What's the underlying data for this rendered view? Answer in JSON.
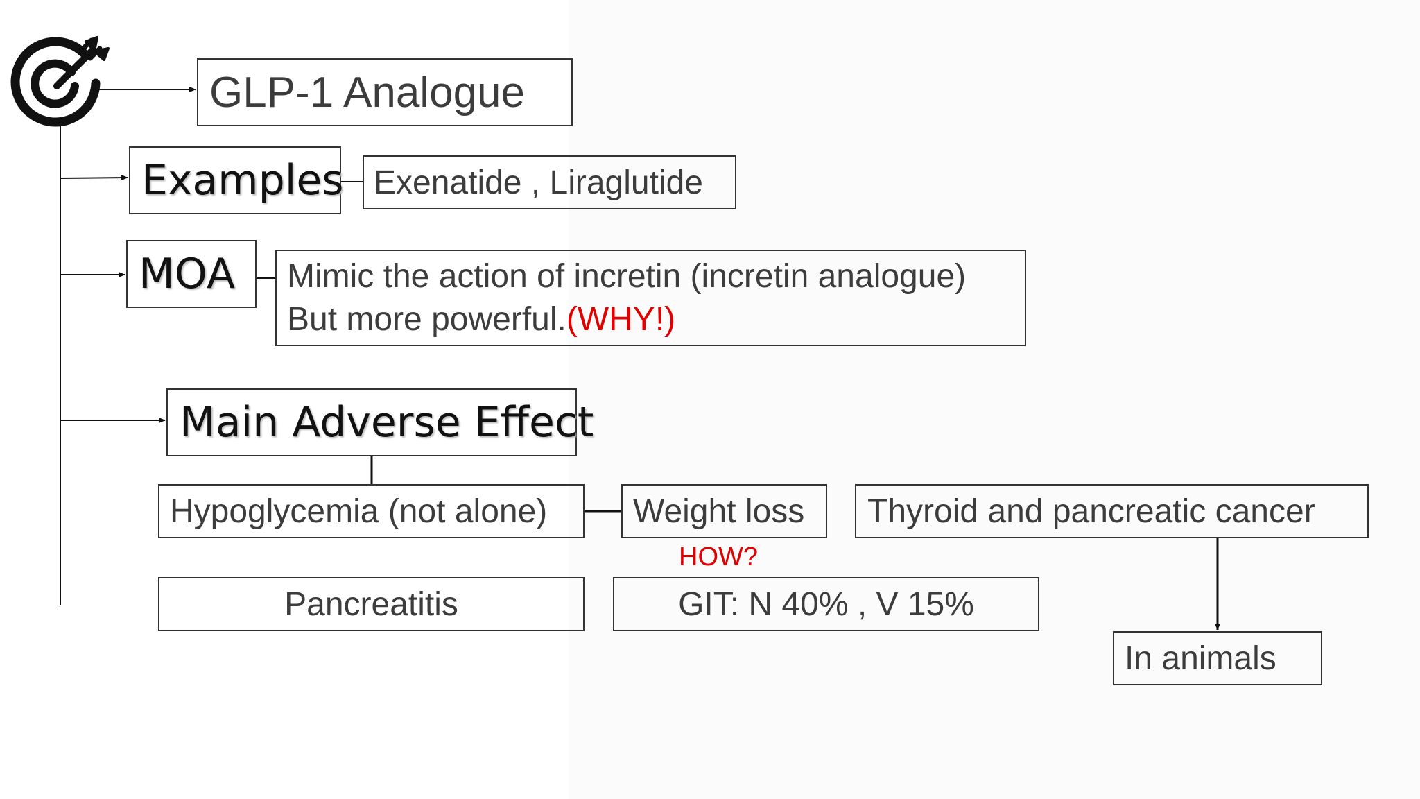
{
  "title": "GLP-1 Analogue",
  "icon": "target-arrow-icon",
  "colors": {
    "text": "#3c3c3c",
    "heading": "#111111",
    "highlight": "#e00000",
    "border": "#333333"
  },
  "sections": {
    "examples": {
      "label": "Examples",
      "value": "Exenatide , Liraglutide"
    },
    "moa": {
      "label": "MOA",
      "line1": "Mimic the action of incretin (incretin analogue)",
      "line2": "But more powerful.",
      "line2_highlight": "(WHY!)"
    },
    "adverse": {
      "label": "Main Adverse Effect",
      "hypoglycemia": "Hypoglycemia (not alone)",
      "weight_loss": "Weight loss",
      "weight_note": "HOW?",
      "cancer": "Thyroid and pancreatic cancer",
      "cancer_note": "In animals",
      "pancreatitis": "Pancreatitis",
      "git": "GIT: N 40% , V 15%"
    }
  }
}
